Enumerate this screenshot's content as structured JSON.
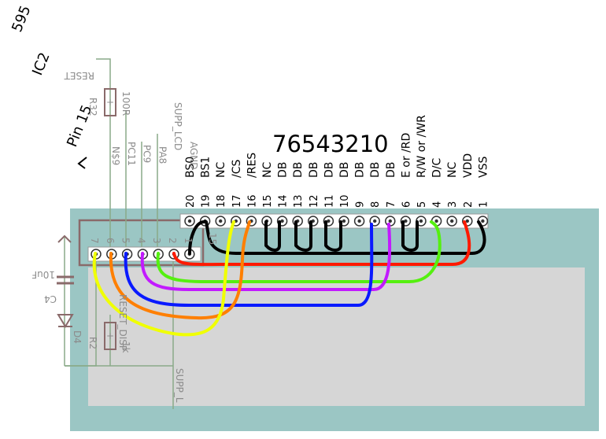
{
  "title_digits": "76543210",
  "handwritten": {
    "ic2": "IC2",
    "n595": "595",
    "pin15": "Pin 15"
  },
  "display_pins": [
    {
      "num": "20",
      "label": "BS0"
    },
    {
      "num": "19",
      "label": "BS1"
    },
    {
      "num": "18",
      "label": "NC"
    },
    {
      "num": "17",
      "label": "/CS"
    },
    {
      "num": "16",
      "label": "/RES"
    },
    {
      "num": "15",
      "label": "NC"
    },
    {
      "num": "14",
      "label": "DB"
    },
    {
      "num": "13",
      "label": "DB"
    },
    {
      "num": "12",
      "label": "DB"
    },
    {
      "num": "11",
      "label": "DB"
    },
    {
      "num": "10",
      "label": "DB"
    },
    {
      "num": "9",
      "label": "DB"
    },
    {
      "num": "8",
      "label": "DB"
    },
    {
      "num": "7",
      "label": "DB"
    },
    {
      "num": "6",
      "label": "E or /RD"
    },
    {
      "num": "5",
      "label": "R/W or /WR"
    },
    {
      "num": "4",
      "label": "D/C"
    },
    {
      "num": "3",
      "label": "NC"
    },
    {
      "num": "2",
      "label": "VDD"
    },
    {
      "num": "1",
      "label": "VSS"
    }
  ],
  "connector_pins": [
    {
      "num": "7",
      "signal": "N$9"
    },
    {
      "num": "6",
      "signal": "PC11"
    },
    {
      "num": "5",
      "signal": "PC9"
    },
    {
      "num": "4",
      "signal": "PA8"
    },
    {
      "num": "3",
      "signal": "SUPP_LCD"
    },
    {
      "num": "2",
      "signal": "AGND"
    },
    {
      "num": "1",
      "signal": ""
    }
  ],
  "schematic": {
    "reset_label": "RESET",
    "r32_name": "R32",
    "r32_value": "100R",
    "r2_name": "R2",
    "r2_value": "1k",
    "c4_name": "C4",
    "c4_value": "10uF",
    "reset_disp": "RESET_DISP",
    "supp_l": "SUPP_L",
    "d_name": "D4",
    "pin_tag": "15"
  },
  "colors": {
    "board": "#9bc6c4",
    "glass": "#d6d6d6",
    "red": "#ff1a00",
    "orange": "#ff7f00",
    "yellow": "#f0ff00",
    "green": "#55f010",
    "blue": "#0a1aff",
    "magenta": "#c21aff",
    "black": "#000000"
  }
}
